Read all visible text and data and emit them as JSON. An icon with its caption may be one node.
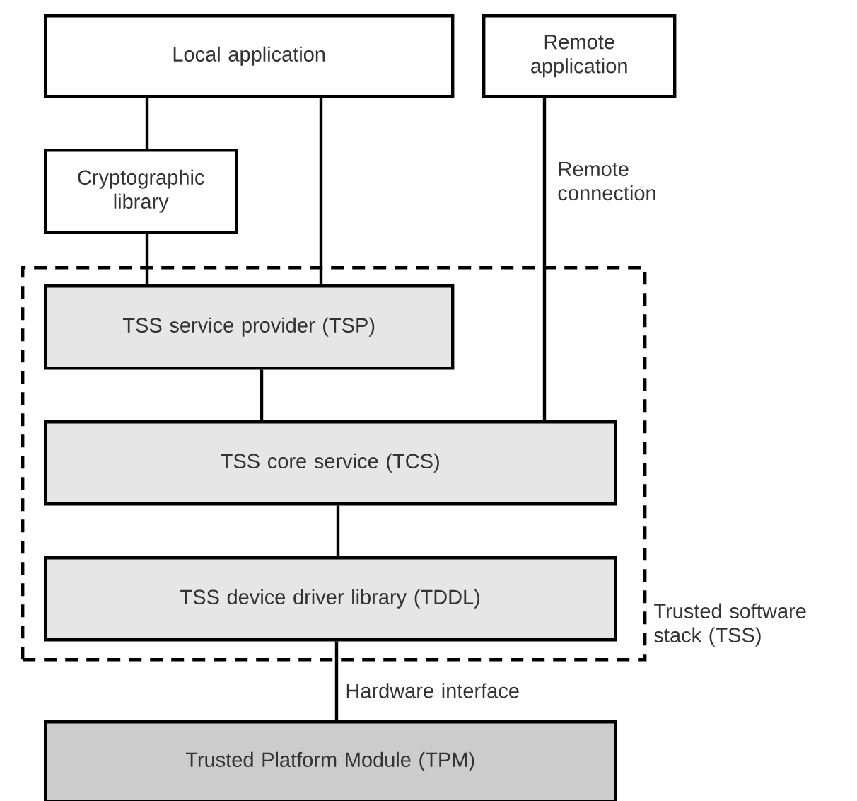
{
  "diagram": {
    "nodes": [
      {
        "text": [
          "Local application"
        ]
      },
      {
        "text": [
          "Remote application"
        ]
      },
      {
        "text": [
          "Cryptographic library"
        ]
      },
      {
        "text": [
          "Trusted software stack (TSS)"
        ]
      },
      {
        "text": [
          "TSS service provider (TSP)"
        ],
        "in": 3
      },
      {
        "text": [
          "TSS core service (TCS)"
        ],
        "in": 3
      },
      {
        "text": [
          "TSS device driver library (TDDL)"
        ],
        "in": 3
      },
      {
        "text": [
          "Trusted Platform Module (TPM)"
        ]
      }
    ],
    "edges": [
      {
        "from": 0,
        "to": 2,
        "arrow": "none"
      },
      {
        "from": 0,
        "to": 4,
        "arrow": "none"
      },
      {
        "from": 2,
        "to": 4,
        "arrow": "none"
      },
      {
        "from": 1,
        "to": 5,
        "arrow": "none",
        "label": "Remote connection"
      },
      {
        "from": 4,
        "to": 5,
        "arrow": "none"
      },
      {
        "from": 5,
        "to": 6,
        "arrow": "none"
      },
      {
        "from": 6,
        "to": 7,
        "arrow": "none",
        "label": "Hardware interface"
      }
    ]
  }
}
